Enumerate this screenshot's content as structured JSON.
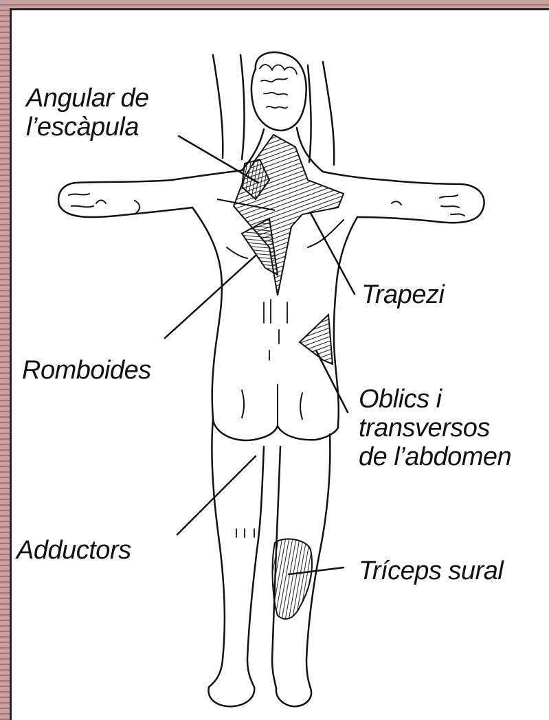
{
  "labels": {
    "angular": [
      "Angular de",
      "l’escàpula"
    ],
    "trapezi": "Trapezi",
    "romboides": "Romboides",
    "oblics": [
      "Oblics i",
      "transversos",
      "de l’abdomen"
    ],
    "adductors": "Adductors",
    "triceps": "Tríceps sural"
  },
  "colors": {
    "line": "#111111",
    "muscle_hatch": "#222222",
    "background": "#ffffff"
  }
}
